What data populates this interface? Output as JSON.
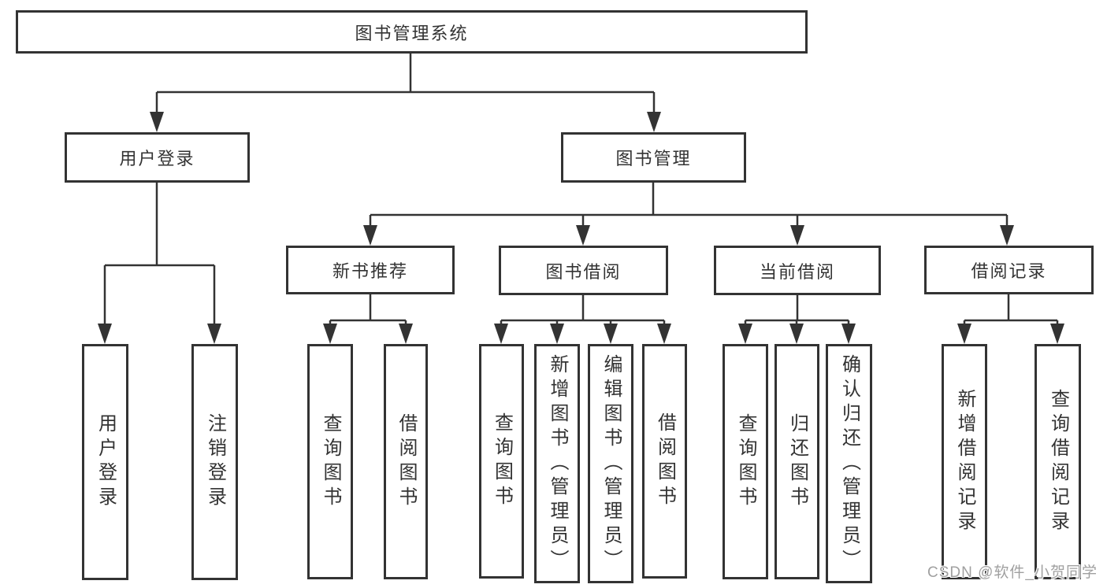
{
  "diagram": {
    "type": "tree",
    "title": "图书管理系统",
    "accent_color": "#333333",
    "background_color": "#ffffff",
    "structure": [
      {
        "parent": "图书管理系统",
        "children": [
          "用户登录",
          "图书管理"
        ]
      },
      {
        "parent": "用户登录",
        "children": [
          "用户登录",
          "注销登录"
        ]
      },
      {
        "parent": "图书管理",
        "children": [
          "新书推荐",
          "图书借阅",
          "当前借阅",
          "借阅记录"
        ]
      },
      {
        "parent": "新书推荐",
        "children": [
          "查询图书",
          "借阅图书"
        ]
      },
      {
        "parent": "图书借阅",
        "children": [
          "查询图书",
          "新增图书（管理员）",
          "编辑图书（管理员）",
          "借阅图书"
        ]
      },
      {
        "parent": "当前借阅",
        "children": [
          "查询图书",
          "归还图书",
          "确认归还（管理员）"
        ]
      },
      {
        "parent": "借阅记录",
        "children": [
          "新增借阅记录",
          "查询借阅记录"
        ]
      }
    ]
  },
  "nodes": {
    "root": "图书管理系统",
    "user_login": "用户登录",
    "book_mgmt": "图书管理",
    "new_rec": "新书推荐",
    "book_borrow": "图书借阅",
    "cur_borrow": "当前借阅",
    "borrow_rec": "借阅记录",
    "ul_login": "用户登录",
    "ul_logout": "注销登录",
    "nr_query": "查询图书",
    "nr_borrow": "借阅图书",
    "bb_query": "查询图书",
    "bb_add": "新增图书（管理员）",
    "bb_edit": "编辑图书（管理员）",
    "bb_borrow": "借阅图书",
    "cb_query": "查询图书",
    "cb_return": "归还图书",
    "cb_confirm": "确认归还（管理员）",
    "br_add": "新增借阅记录",
    "br_query": "查询借阅记录"
  },
  "watermark": "CSDN @软件_小贺同学"
}
